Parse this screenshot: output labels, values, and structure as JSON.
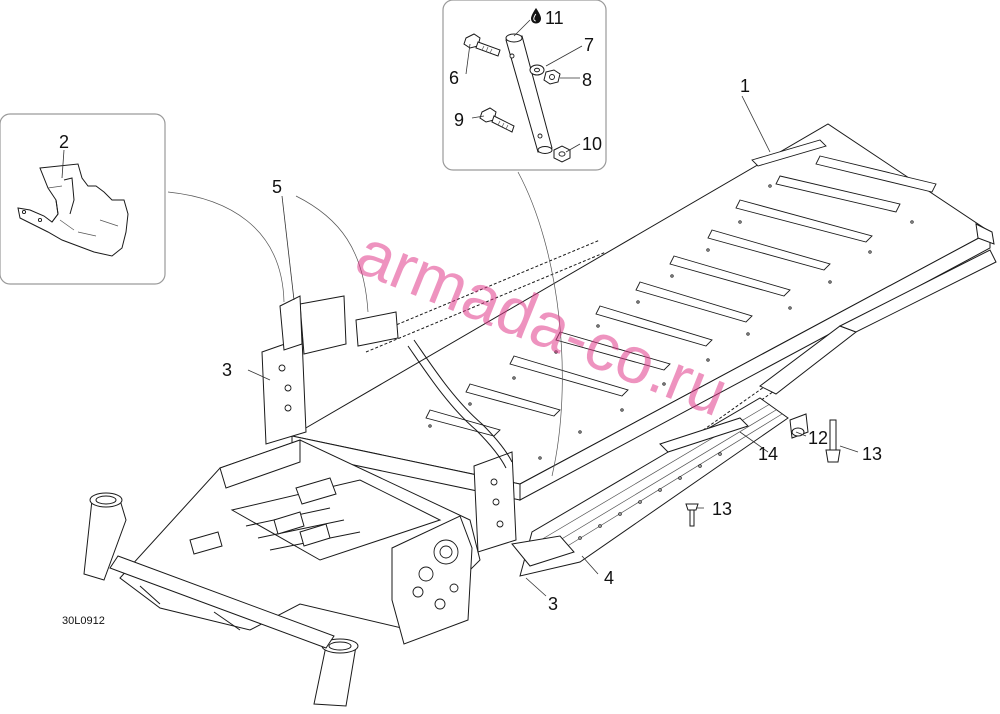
{
  "diagram": {
    "drawing_code": "30L0912",
    "watermark": "armada-co.ru",
    "callouts": [
      {
        "id": "c1",
        "label": "1"
      },
      {
        "id": "c2",
        "label": "2"
      },
      {
        "id": "c3a",
        "label": "3"
      },
      {
        "id": "c3b",
        "label": "3"
      },
      {
        "id": "c4",
        "label": "4"
      },
      {
        "id": "c5",
        "label": "5"
      },
      {
        "id": "c6",
        "label": "6"
      },
      {
        "id": "c7",
        "label": "7"
      },
      {
        "id": "c8",
        "label": "8"
      },
      {
        "id": "c9",
        "label": "9"
      },
      {
        "id": "c10",
        "label": "10"
      },
      {
        "id": "c11",
        "label": "11"
      },
      {
        "id": "c12",
        "label": "12"
      },
      {
        "id": "c13a",
        "label": "13"
      },
      {
        "id": "c13b",
        "label": "13"
      },
      {
        "id": "c14",
        "label": "14"
      }
    ],
    "icons": {
      "fluid": "oil-drop-icon"
    },
    "colors": {
      "line": "#1a1a1a",
      "inset_border": "#9a9a9a",
      "watermark": "#e03a8a"
    }
  }
}
